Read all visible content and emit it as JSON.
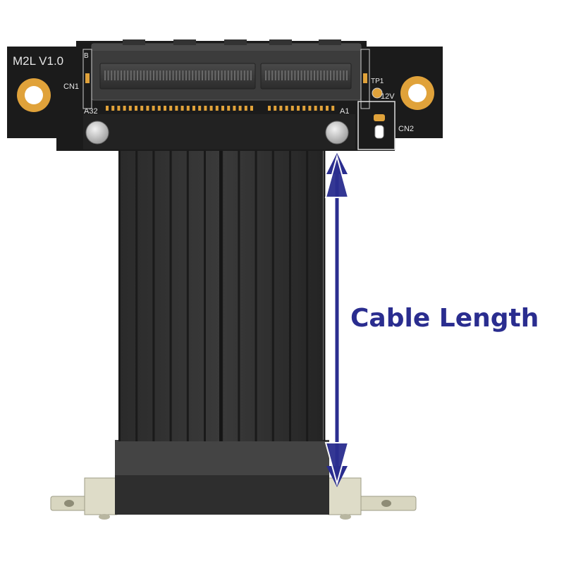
{
  "board": {
    "model": "M2L V1.0",
    "connector_ref": "CN1",
    "pin_start": "A32",
    "pin_end": "A1",
    "corner_mark": "B",
    "testpoint": "TP1",
    "voltage": "12V",
    "power_ref": "CN2"
  },
  "annotation": {
    "text": "Cable Length",
    "color": "#2a2d8f"
  },
  "colors": {
    "pcb": "#1b1b1b",
    "gold": "#e0a23a",
    "cable": "#2f2f2f",
    "connector": "#3a3a3a",
    "bracket": "#d8d6c0",
    "arrow": "#2a2d8f"
  },
  "icons": [
    "mounting-hole-icon",
    "double-arrow-icon"
  ]
}
